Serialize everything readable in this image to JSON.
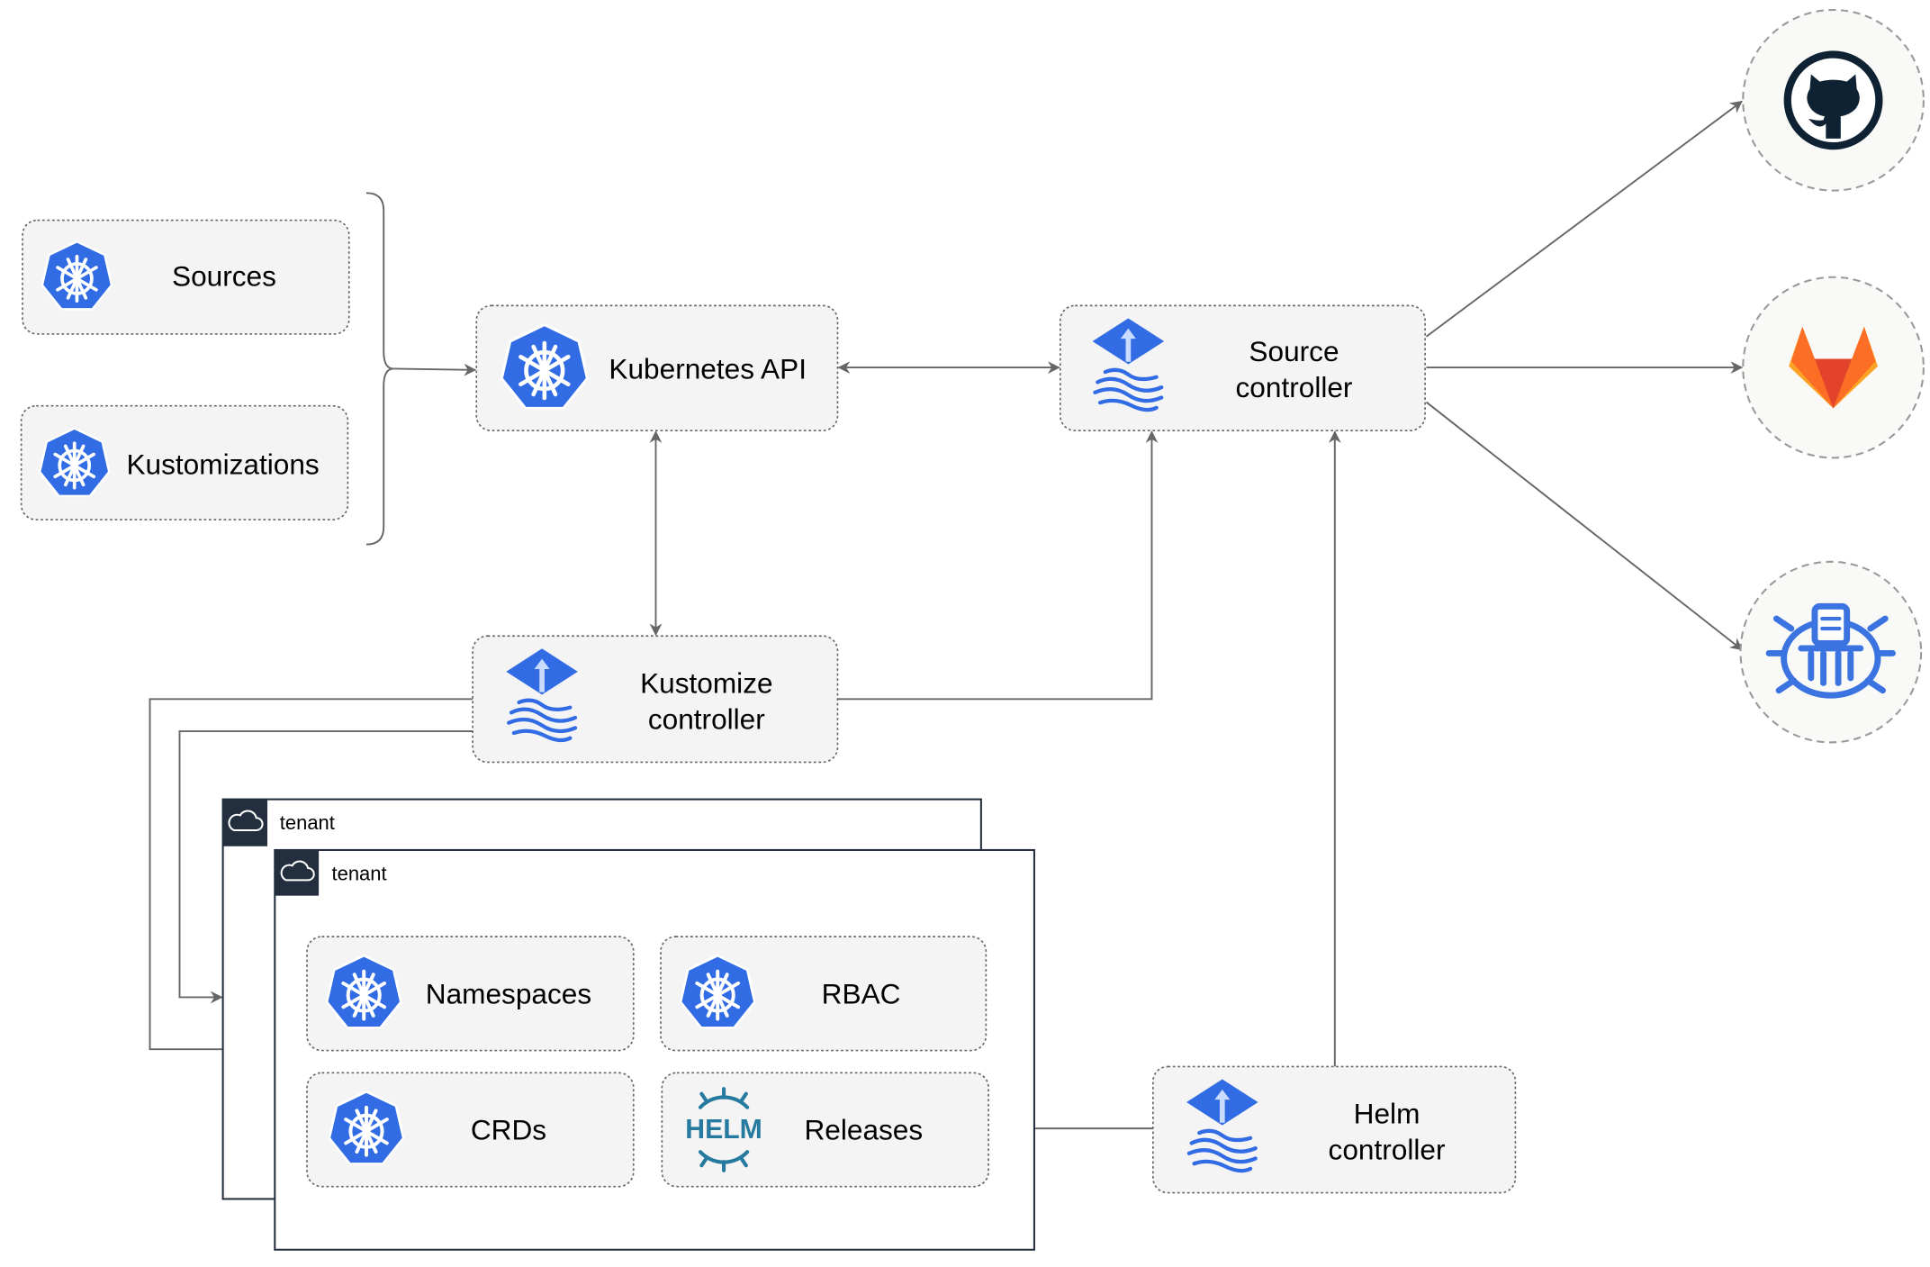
{
  "nodes": {
    "sources": "Sources",
    "kustomizations": "Kustomizations",
    "kubernetes_api": "Kubernetes API",
    "source_controller": [
      "Source",
      "controller"
    ],
    "kustomize_controller": [
      "Kustomize",
      "controller"
    ],
    "helm_controller": [
      "Helm",
      "controller"
    ],
    "namespaces": "Namespaces",
    "rbac": "RBAC",
    "crds": "CRDs",
    "releases": "Releases",
    "helm_logo_text": "HELM"
  },
  "tenants": [
    "tenant",
    "tenant"
  ],
  "external_sources": [
    "github-icon",
    "gitlab-icon",
    "bucket-icon"
  ],
  "colors": {
    "kubernetes_blue": "#326CE5",
    "helm_blue": "#277A9F",
    "github_dark": "#0F2233",
    "gitlab_orange": "#E2432A",
    "gitlab_yellow": "#FCA326",
    "box_fill": "#F4F4F4"
  }
}
